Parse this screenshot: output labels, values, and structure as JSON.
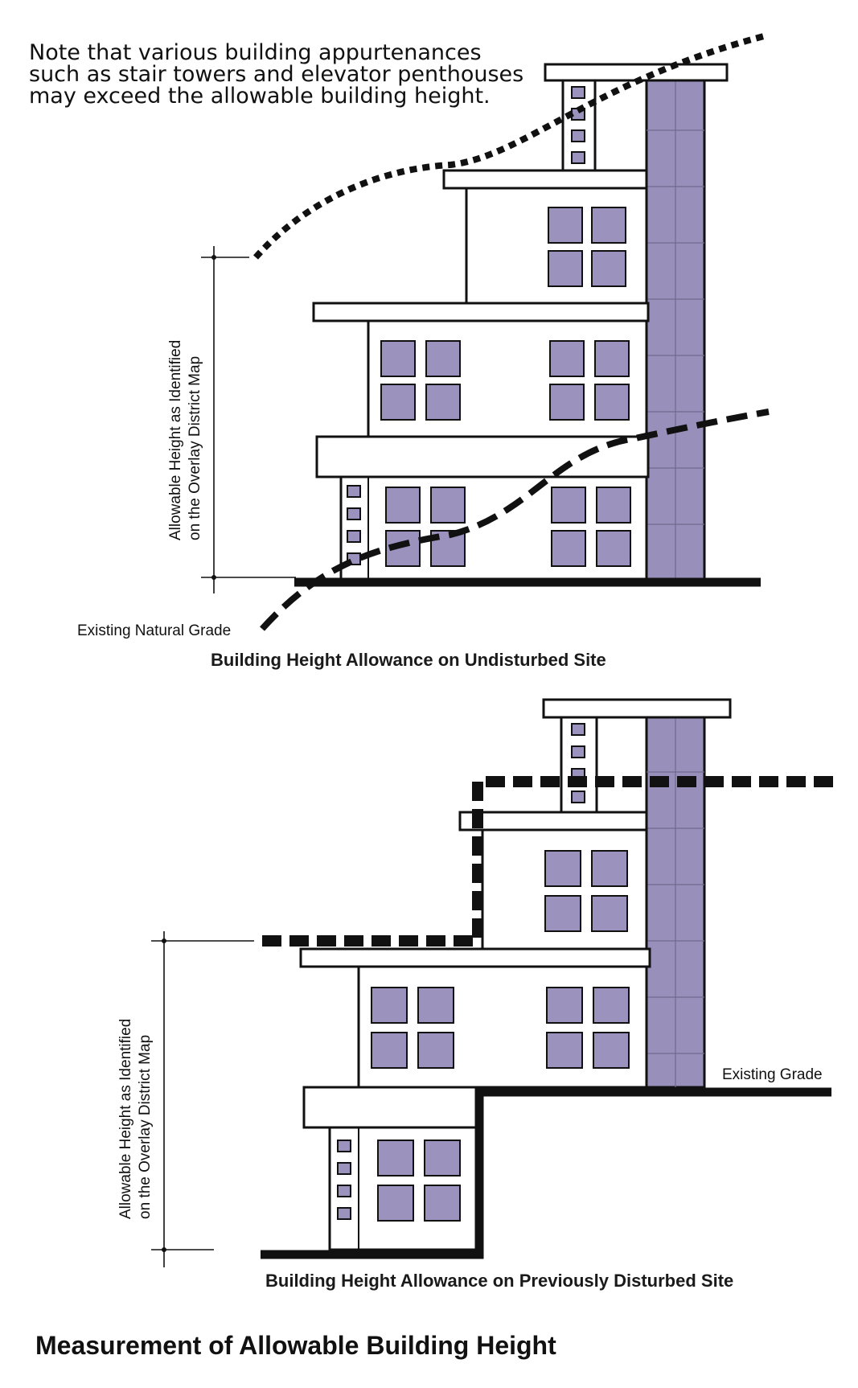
{
  "colors": {
    "window_fill": "#9b92bd",
    "core_fill": "#9890bb",
    "line": "#111111",
    "background": "#ffffff"
  },
  "note": {
    "line1": "Note that various building appurtenances",
    "line2": "such as stair towers and elevator penthouses",
    "line3": "may exceed the allowable building height."
  },
  "top_diagram": {
    "dimension_label_line1": "Allowable Height as Identified",
    "dimension_label_line2": "on the Overlay District Map",
    "grade_label": "Existing Natural Grade",
    "caption": "Building Height Allowance on Undisturbed Site"
  },
  "bottom_diagram": {
    "dimension_label_line1": "Allowable Height as Identified",
    "dimension_label_line2": "on the Overlay District Map",
    "grade_label": "Existing Grade",
    "caption": "Building Height Allowance on Previously Disturbed  Site"
  },
  "title": "Measurement of Allowable Building Height"
}
